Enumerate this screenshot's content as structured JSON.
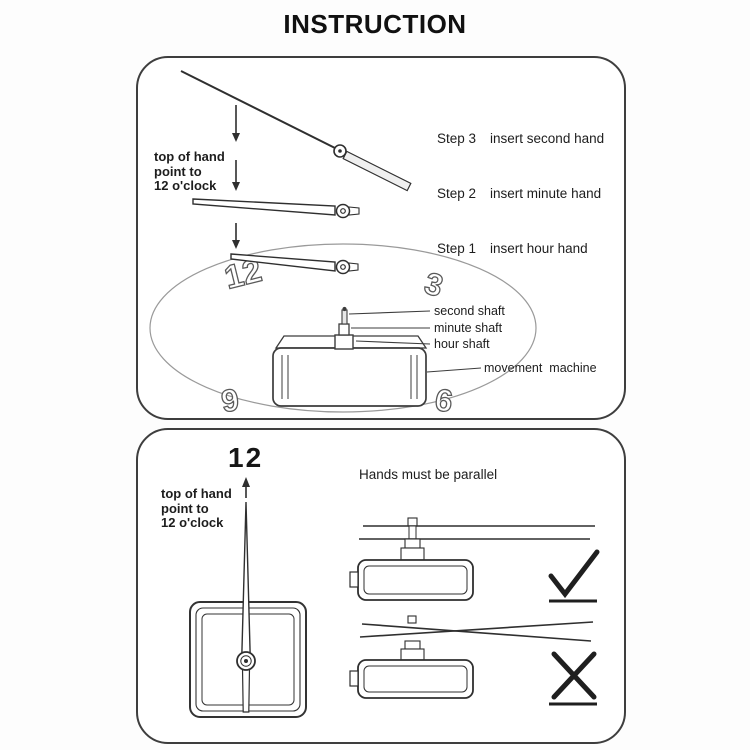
{
  "title": "INSTRUCTION",
  "colors": {
    "ink": "#1d1d1d",
    "line": "#3c3c3c",
    "panel_border": "#3e3e3e"
  },
  "panel_top": {
    "hand_note": "top of hand\npoint to\n12 o'clock",
    "steps": [
      {
        "label": "Step 3",
        "text": "insert second hand"
      },
      {
        "label": "Step 2",
        "text": "insert minute hand"
      },
      {
        "label": "Step 1",
        "text": "insert hour hand"
      }
    ],
    "shaft_labels": {
      "second": "second shaft",
      "minute": "minute shaft",
      "hour": "hour shaft",
      "machine": "movement  machine"
    },
    "clock_numbers": {
      "n12": "12",
      "n3": "3",
      "n9": "9",
      "n6": "6"
    }
  },
  "panel_bottom": {
    "twelve": "12",
    "hand_note": "top of hand\npoint to\n12 o'clock",
    "parallel_note": "Hands must be parallel"
  }
}
